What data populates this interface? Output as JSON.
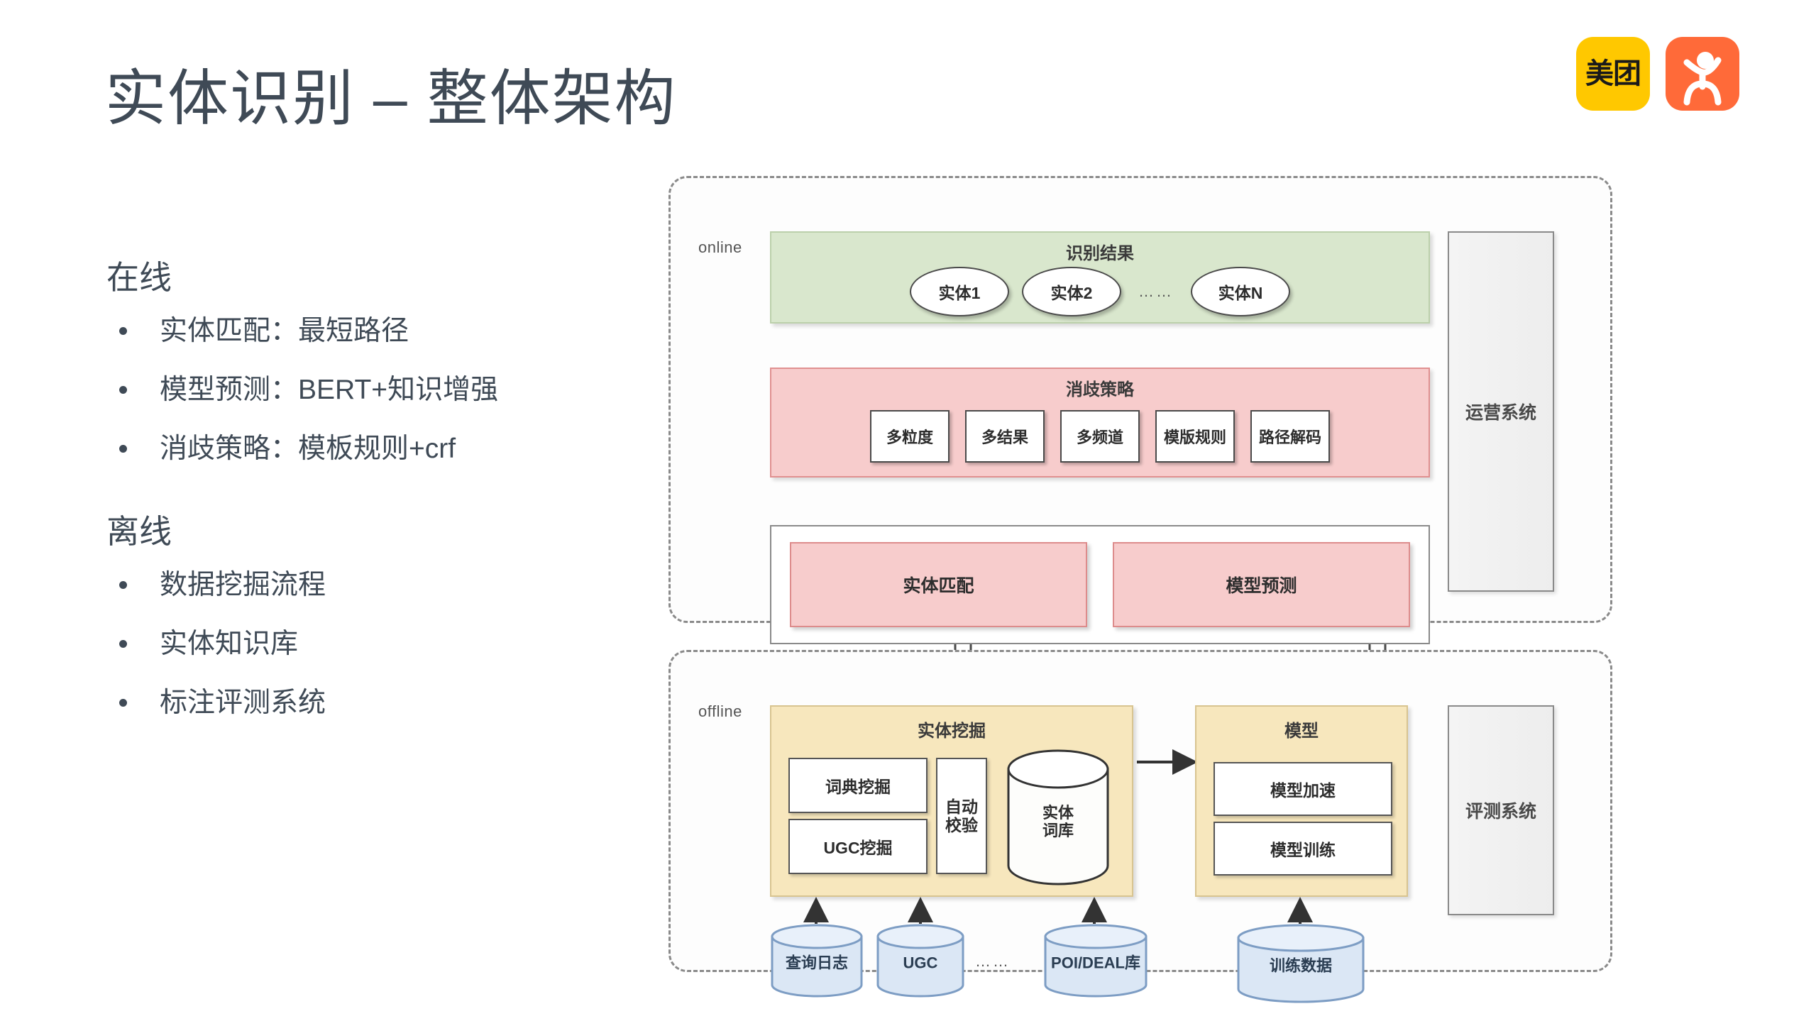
{
  "header": {
    "title": "实体识别 – 整体架构",
    "logos": [
      {
        "name": "meituan-logo",
        "text": "美团",
        "color": "#FFC800"
      },
      {
        "name": "dianping-logo",
        "text": "",
        "color": "#FF6A39"
      }
    ]
  },
  "left": {
    "online_heading": "在线",
    "online_bullets": [
      "实体匹配：最短路径",
      "模型预测：BERT+知识增强",
      "消歧策略：模板规则+crf"
    ],
    "offline_heading": "离线",
    "offline_bullets": [
      "数据挖掘流程",
      "实体知识库",
      "标注评测系统"
    ]
  },
  "diagram": {
    "online": {
      "zone_label": "online",
      "result_band": {
        "title": "识别结果",
        "entities": [
          "实体1",
          "实体2",
          "实体N"
        ],
        "separator": "……",
        "color": "#d9e7cd"
      },
      "strategy_band": {
        "title": "消歧策略",
        "chips": [
          "多粒度",
          "多结果",
          "多频道",
          "模版规则",
          "路径解码"
        ],
        "color": "#f7cccc"
      },
      "engines": [
        "实体匹配",
        "模型预测"
      ],
      "ops_column": "运营系统"
    },
    "offline": {
      "zone_label": "offline",
      "mining_panel": {
        "title": "实体挖掘",
        "sources": [
          "词典挖掘",
          "UGC挖掘"
        ],
        "validator": "自动\n校验",
        "validator_line1": "自动",
        "validator_line2": "校验",
        "color": "#f7e7bd"
      },
      "entity_store": "实体\n词库",
      "entity_store_line1": "实体",
      "entity_store_line2": "词库",
      "model_panel": {
        "title": "模型",
        "items": [
          "模型加速",
          "模型训练"
        ],
        "color": "#f7e7bd"
      },
      "eval_column": "评测系统",
      "data_sources": [
        "查询日志",
        "UGC",
        "POI/DEAL库"
      ],
      "data_separator": "……",
      "training_data": "训练数据"
    }
  }
}
